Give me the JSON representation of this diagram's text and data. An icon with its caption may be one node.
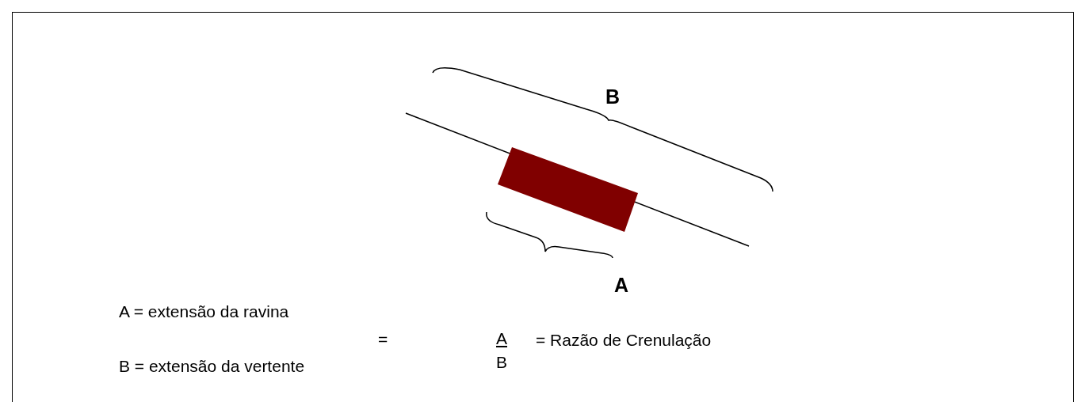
{
  "diagram": {
    "labels": [
      "B",
      "A",
      "A = extensão da ravina",
      "=",
      "A",
      "= Razão de Crenulação",
      "B = extensão da vertente",
      "B"
    ]
  }
}
